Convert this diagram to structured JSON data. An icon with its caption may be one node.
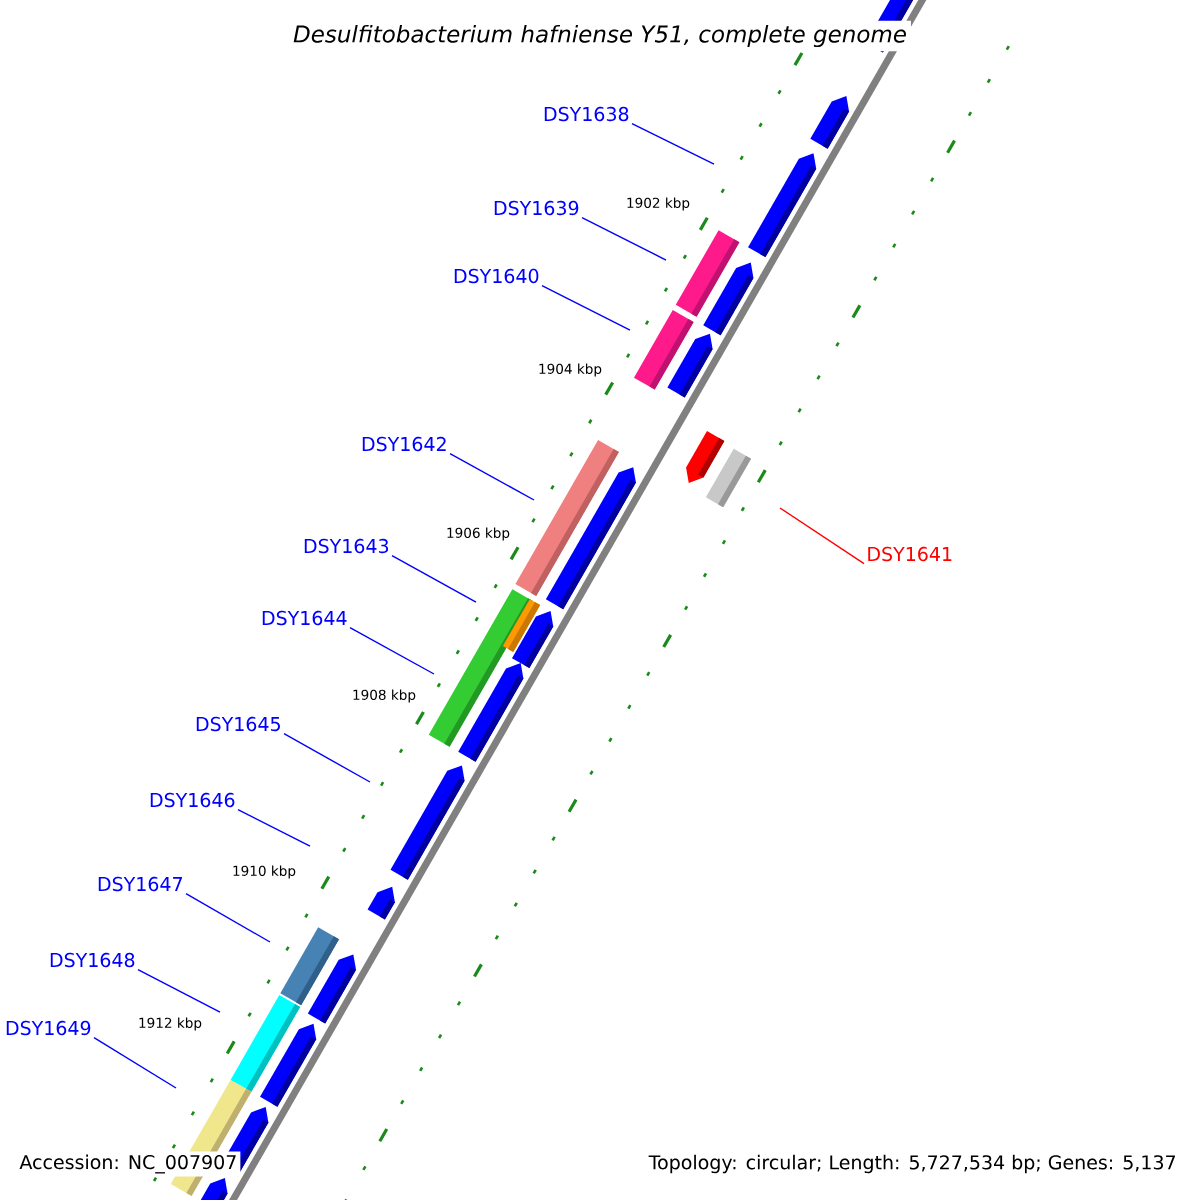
{
  "diagram": {
    "title": "Desulfitobacterium hafniense Y51, complete genome",
    "nodes": [
      {
        "text": [
          "DSY1638"
        ]
      },
      {
        "text": [
          "DSY1639"
        ]
      },
      {
        "text": [
          "DSY1640"
        ]
      },
      {
        "text": [
          "DSY1642"
        ]
      },
      {
        "text": [
          "DSY1643"
        ]
      },
      {
        "text": [
          "DSY1641"
        ]
      },
      {
        "text": [
          "DSY1644"
        ]
      },
      {
        "text": [
          "DSY1645"
        ]
      },
      {
        "text": [
          "DSY1646"
        ]
      },
      {
        "text": [
          "DSY1647"
        ]
      },
      {
        "text": [
          "DSY1648"
        ]
      },
      {
        "text": [
          "DSY1649"
        ]
      }
    ],
    "edges": [
      {
        "from": 0,
        "to": null,
        "arrow": "none"
      },
      {
        "from": 1,
        "to": null,
        "arrow": "none"
      },
      {
        "from": 2,
        "to": null,
        "arrow": "none"
      },
      {
        "from": 3,
        "to": null,
        "arrow": "none"
      },
      {
        "from": 4,
        "to": null,
        "arrow": "none"
      },
      {
        "from": 5,
        "to": null,
        "arrow": "none",
        "color": "#ff0000"
      },
      {
        "from": 6,
        "to": null,
        "arrow": "none"
      },
      {
        "from": 7,
        "to": null,
        "arrow": "none"
      },
      {
        "from": 8,
        "to": null,
        "arrow": "none"
      },
      {
        "from": 9,
        "to": null,
        "arrow": "none"
      },
      {
        "from": 10,
        "to": null,
        "arrow": "none"
      },
      {
        "from": 11,
        "to": null,
        "arrow": "none"
      }
    ],
    "labels": [
      "1902 kbp",
      "1904 kbp",
      "1906 kbp",
      "1908 kbp",
      "1910 kbp",
      "1912 kbp",
      "Accession: NC_007907",
      "Topology: circular; Length: 5,727,534 bp; Genes: 5,137"
    ]
  }
}
